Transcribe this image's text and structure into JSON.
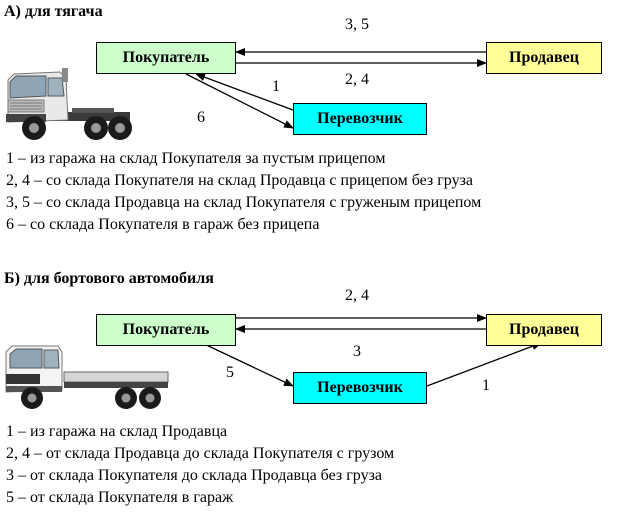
{
  "section_a": {
    "title": "А) для тягача",
    "buyer": "Покупатель",
    "seller": "Продавец",
    "carrier": "Перевозчик",
    "labels": {
      "top": "3, 5",
      "mid": "2, 4",
      "one": "1",
      "six": "6"
    },
    "legend": [
      "1 – из гаража на склад Покупателя за пустым прицепом",
      "2, 4 – со склада Покупателя на склад Продавца с прицепом без груза",
      "3, 5 – со склада Продавца на склад Покупателя с груженым прицепом",
      "6 – со склада Покупателя в гараж без прицепа"
    ]
  },
  "section_b": {
    "title": "Б) для бортового автомобиля",
    "buyer": "Покупатель",
    "seller": "Продавец",
    "carrier": "Перевозчик",
    "labels": {
      "top": "2, 4",
      "mid": "3",
      "five": "5",
      "one": "1"
    },
    "legend": [
      "1 – из гаража на склад Продавца",
      "2, 4 – от склада Продавца до склада Покупателя с грузом",
      "3 – от склада Покупателя до склада Продавца без груза",
      "5 – от склада Покупателя в гараж"
    ]
  }
}
